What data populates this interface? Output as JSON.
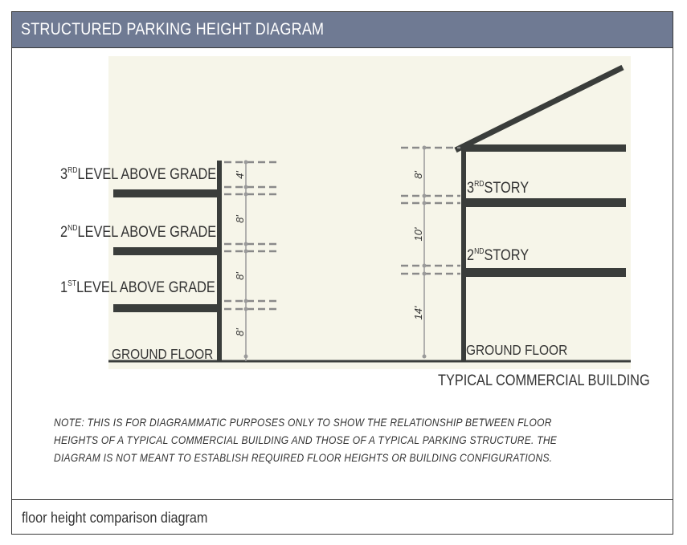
{
  "header": {
    "title": "STRUCTURED PARKING HEIGHT DIAGRAM"
  },
  "parking": {
    "levels": [
      {
        "ordinal": "3",
        "suffix": "RD",
        "label": "LEVEL ABOVE GRADE"
      },
      {
        "ordinal": "2",
        "suffix": "ND",
        "label": "LEVEL ABOVE GRADE"
      },
      {
        "ordinal": "1",
        "suffix": "ST",
        "label": "LEVEL ABOVE GRADE"
      }
    ],
    "ground": "GROUND FLOOR",
    "dimensions": [
      "4'",
      "8'",
      "8'",
      "8'"
    ]
  },
  "commercial": {
    "stories": [
      {
        "ordinal": "3",
        "suffix": "RD",
        "label": "STORY"
      },
      {
        "ordinal": "2",
        "suffix": "ND",
        "label": "STORY"
      }
    ],
    "ground": "GROUND FLOOR",
    "dimensions": [
      "8'",
      "10'",
      "14'"
    ],
    "title": "TYPICAL COMMERCIAL BUILDING"
  },
  "note": "NOTE: THIS IS FOR DIAGRAMMATIC PURPOSES ONLY TO SHOW THE RELATIONSHIP BETWEEN FLOOR HEIGHTS OF A TYPICAL COMMERCIAL BUILDING AND THOSE OF A TYPICAL PARKING STRUCTURE. THE DIAGRAM IS NOT MEANT TO ESTABLISH REQUIRED FLOOR HEIGHTS OR BUILDING CONFIGURATIONS.",
  "caption": "floor height comparison diagram",
  "colors": {
    "header": "#6f7a93",
    "slab": "#3a3d3b",
    "dash": "#8a8a8a",
    "background_tint": "#f6f5e9"
  }
}
